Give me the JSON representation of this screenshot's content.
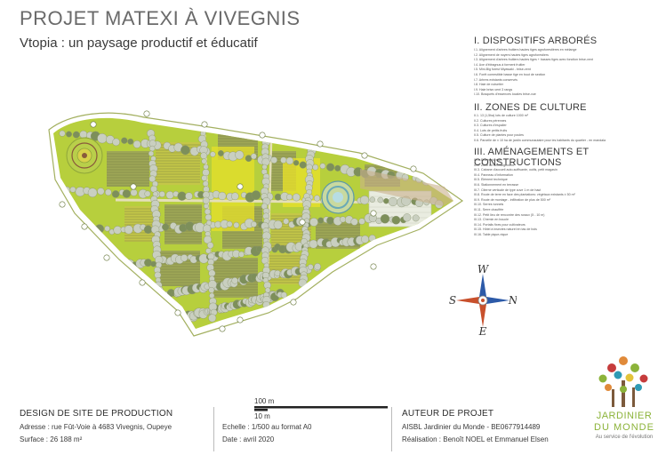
{
  "header": {
    "title": "PROJET MATEXI À VIVEGNIS",
    "subtitle": "Vtopia : un paysage productif et éducatif"
  },
  "legend": {
    "section1": {
      "heading": "I. DISPOSITIFS ARBORÉS",
      "items": [
        "I.1. Alignement d'arbres fruitiers hautes tiges agroforestières en mélange",
        "I.2. Alignement de noyers hautes tiges agroforestiers",
        "I.3. Alignement d'arbres fruitiers hautes tiges + basses tiges avec fonction brise-vent",
        "I.4. Axe d'éléagnus à forment fruitier",
        "I.5. Mini-Big forest Miyawaki - brise-vent",
        "I.6. Forêt comestible basse tige en bout de section",
        "I.7. Arbres existants conservés",
        "I.8. Haie de noisetier",
        "I.9. Haie brise-vent 3 rangs",
        "I.10. Bosquets d'essences locales brise-vue"
      ]
    },
    "section2": {
      "heading": "II. ZONES DE CULTURE",
      "items": [
        "II.1. 13 (1,5ha) lots de culture 1000 m²",
        "II.2. Cultures pérennes",
        "II.3. Cultures d'espalier",
        "II.4. Lots de petits fruits",
        "II.5. Culture de plantes pour poules",
        "II.6. Parcelle de ± 10 ha de jardin communautaire pour les habitants du quartier - en mandala"
      ]
    },
    "section3": {
      "heading": "III. AMÉNAGEMENTS ET CONSTRUCTIONS",
      "items": [
        "III.1. Entrée du site",
        "III.2. Zone de déchargement",
        "III.3. Cabane d'accueil auto-suffisante, outils, petit magasin",
        "III.4. Panneau d'information",
        "III.5. Élément technique",
        "III.6. Stationnement en terrasse",
        "III.7. Citerne verticale de type cuve 1 m de haut",
        "III.8. Route de terre en face des plantations: végétaux existants ± 50 m²",
        "III.9. Route de montage - infiltration de plus de 500 m²",
        "III.10. Serres tunnels",
        "III.11. Serre chauffée",
        "III.12. Petit lieu de rencontre des ruraux (5 - 10 m)",
        "III.13. Chemin en boucle",
        "III.14. Portails fixes pour cultivateurs",
        "III.15. Hôtel à insectes naturel en tas de bois",
        "III.16. Table pique-nique"
      ]
    }
  },
  "compass": {
    "north": "N",
    "south": "S",
    "east": "E",
    "west": "W"
  },
  "scale": {
    "major": "100 m",
    "minor": "10 m"
  },
  "footer": {
    "left": {
      "heading": "DESIGN DE SITE DE PRODUCTION",
      "address": "Adresse : rue Fût-Voie à 4683 Vivegnis, Oupeye",
      "surface": "Surface : 26 188 m²"
    },
    "middle": {
      "scale_text": "Echelle :  1/500 au format A0",
      "date": "Date : avril 2020"
    },
    "right": {
      "heading": "AUTEUR DE PROJET",
      "org": "AISBL Jardinier du Monde - BE0677914489",
      "realisation": "Réalisation : Benoît NOEL et Emmanuel Elsen"
    }
  },
  "logo": {
    "line1": "JARDINIER",
    "line2": "DU MONDE",
    "tagline": "Au service de l'évolution"
  },
  "colors": {
    "grass": "#b7cf3d",
    "bright": "#e6e02a",
    "field": "#9aa05a",
    "tree": "#c9cfc0",
    "tree_dark": "#7d8f5a",
    "path": "#e4dfb8",
    "brown": "#8a5a3b",
    "compass_red": "#c8502c",
    "compass_blue": "#2c5aa8",
    "logo_green": "#8cb33a"
  }
}
